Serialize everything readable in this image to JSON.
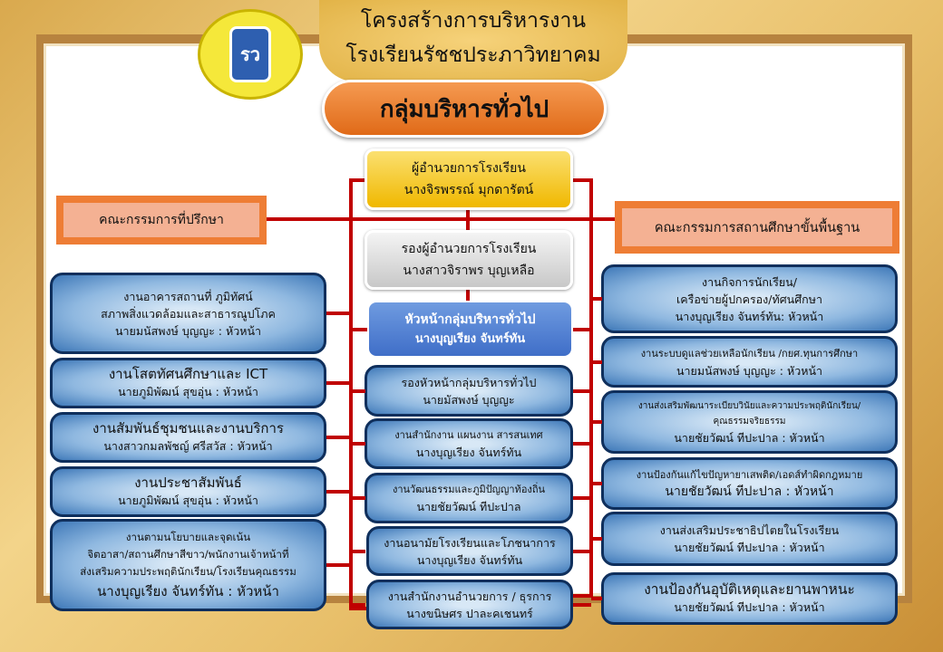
{
  "header": {
    "title_line1": "โครงสร้างการบริหารงาน",
    "title_line2": "โรงเรียนรัชชประภาวิทยาคม",
    "group": "กลุ่มบริหารทั่วไป",
    "logo_text": "โรงเรียนรัชชประภาวิทยาคม"
  },
  "director": {
    "title": "ผู้อำนวยการโรงเรียน",
    "name": "นางจิรพรรณ์ มุกดารัตน์"
  },
  "deputy": {
    "title": "รองผู้อำนวยการโรงเรียน",
    "name": "นางสาวจิราพร บุญเหลือ"
  },
  "head": {
    "title": "หัวหน้ากลุ่มบริหารทั่วไป",
    "name": "นางบุญเรียง จันทร์ทัน"
  },
  "committees": {
    "left": "คณะกรรมการที่ปรึกษา",
    "right": "คณะกรรมการสถานศึกษาขั้นพื้นฐาน"
  },
  "left_units": [
    {
      "lines": [
        "งานอาคารสถานที่ ภูมิทัศน์",
        "สภาพสิ่งแวดล้อมและสาธารณูปโภค",
        "นายมนัสพงษ์ บุญญะ : หัวหน้า"
      ]
    },
    {
      "lines": [
        "งานโสตทัศนศึกษาและ ICT",
        "นายภูมิพัฒน์ สุขอุ่น : หัวหน้า"
      ]
    },
    {
      "lines": [
        "งานสัมพันธ์ชุมชนและงานบริการ",
        "นางสาวกมลพัชญ์  ศรีสวัส : หัวหน้า"
      ]
    },
    {
      "lines": [
        "งานประชาสัมพันธ์",
        "นายภูมิพัฒน์ สุขอุ่น : หัวหน้า"
      ]
    },
    {
      "lines": [
        "งานตามนโยบายและจุดเน้น",
        "จิตอาสา/สถานศึกษาสีขาว/พนักงานเจ้าหน้าที่",
        "ส่งเสริมความประพฤตินักเรียน/โรงเรียนคุณธรรม",
        "นางบุญเรียง จันทร์ทัน : หัวหน้า"
      ]
    }
  ],
  "center_units": [
    {
      "lines": [
        "รองหัวหน้ากลุ่มบริหารทั่วไป",
        "นายมัสพงษ์ บุญญะ"
      ]
    },
    {
      "lines": [
        "งานสำนักงาน แผนงาน สารสนเทศ",
        "นางบุญเรียง จันทร์ทัน"
      ]
    },
    {
      "lines": [
        "งานวัฒนธรรมและภูมิปัญญาท้องถิ่น",
        "นายชัยวัฒน์ ทีปะปาล"
      ]
    },
    {
      "lines": [
        "งานอนามัยโรงเรียนและโภชนาการ",
        "นางบุญเรียง จันทร์ทัน"
      ]
    },
    {
      "lines": [
        "งานสำนักงานอำนวยการ / ธุรการ",
        "นางขนิษศร ปาละคเชนทร์"
      ]
    }
  ],
  "right_units": [
    {
      "lines": [
        "งานกิจการนักเรียน/",
        "เครือข่ายผู้ปกครอง/ทัศนศึกษา",
        "นางบุญเรียง จันทร์ทัน: หัวหน้า"
      ]
    },
    {
      "lines": [
        "งานระบบดูแลช่วยเหลือนักเรียน /กยศ.ทุนการศึกษา",
        "นายมนัสพงษ์ บุญญะ : หัวหน้า"
      ]
    },
    {
      "lines": [
        "งานส่งเสริมพัฒนาระเบียบวินัยและความประพฤตินักเรียน/",
        "คุณธรรมจริยธรรม",
        "นายชัยวัฒน์ ทีปะปาล  : หัวหน้า"
      ]
    },
    {
      "lines": [
        "งานป้องกันแก้ไขปัญหายาเสพติด/เอดส์ทำผิดกฎหมาย",
        "นายชัยวัฒน์ ทีปะปาล : หัวหน้า"
      ]
    },
    {
      "lines": [
        "งานส่งเสริมประชาธิปไตยในโรงเรียน",
        "นายชัยวัฒน์ ทีปะปาล : หัวหน้า"
      ]
    },
    {
      "lines": [
        "งานป้องกันอุบัติเหตุและยานพาหนะ",
        "นายชัยวัฒน์ ทีปะปาล : หัวหน้า"
      ]
    }
  ]
}
